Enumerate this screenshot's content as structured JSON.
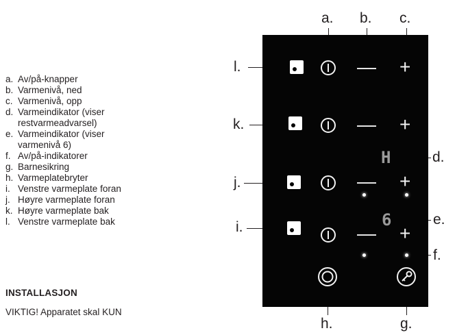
{
  "legend": [
    {
      "letter": "a.",
      "text": "Av/på-knapper"
    },
    {
      "letter": "b.",
      "text": "Varmenivå, ned"
    },
    {
      "letter": "c.",
      "text": "Varmenivå, opp"
    },
    {
      "letter": "d.",
      "text": "Varmeindikator (viser restvarmeadvarsel)"
    },
    {
      "letter": "e.",
      "text": "Varmeindikator (viser varmenivå 6)"
    },
    {
      "letter": "f.",
      "text": "Av/på-indikatorer"
    },
    {
      "letter": "g.",
      "text": "Barnesikring"
    },
    {
      "letter": "h.",
      "text": "Varmeplatebryter"
    },
    {
      "letter": "i.",
      "text": "Venstre varmeplate foran"
    },
    {
      "letter": "j.",
      "text": "Høyre varmeplate foran"
    },
    {
      "letter": "k.",
      "text": "Høyre varmeplate bak"
    },
    {
      "letter": "l.",
      "text": "Venstre varmeplate bak"
    }
  ],
  "section_heading": "INSTALLASJON",
  "warning_text": "VIKTIG! Apparatet skal KUN",
  "diagram": {
    "callouts": {
      "a": "a.",
      "b": "b.",
      "c": "c.",
      "d": "d.",
      "e": "e.",
      "f": "f.",
      "g": "g.",
      "h": "h.",
      "i": "i.",
      "j": "j.",
      "k": "k.",
      "l": "l."
    },
    "minus_symbol": "—",
    "plus_symbol": "+",
    "residual_heat_indicator": "H",
    "heat_level_indicator": "6"
  }
}
